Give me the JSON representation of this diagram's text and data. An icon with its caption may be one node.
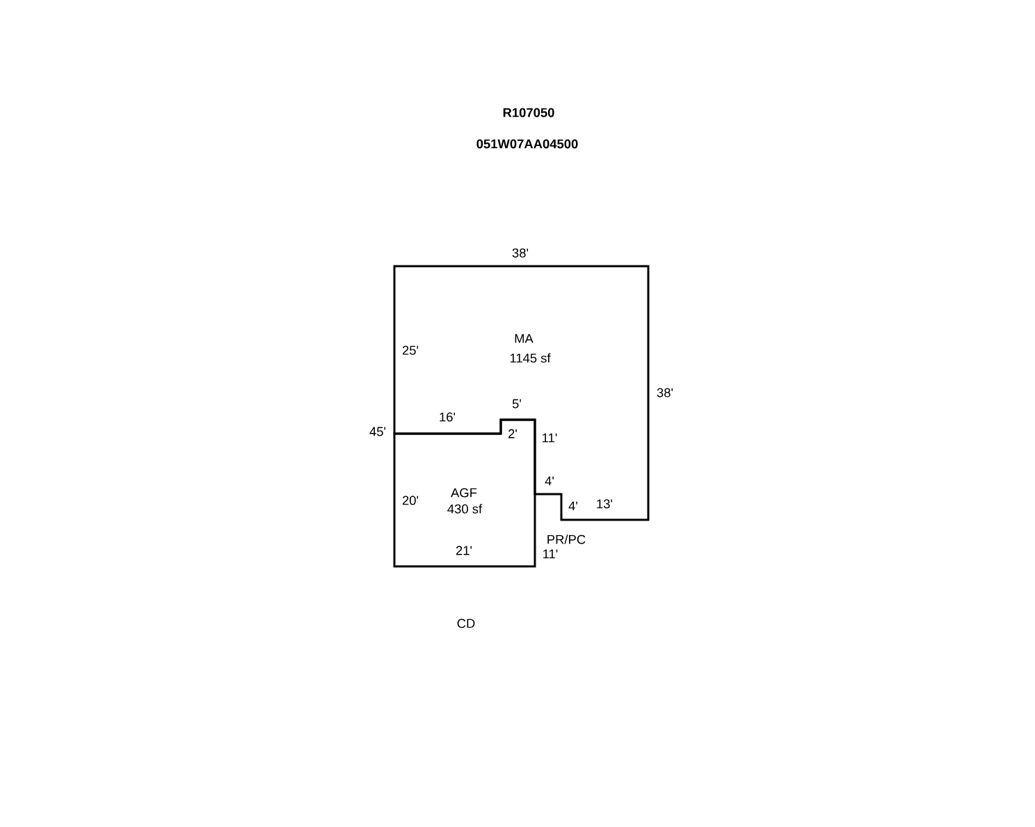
{
  "diagram": {
    "title": "R107050",
    "nodes": [
      {
        "text": [
          "MA",
          "1145 sf"
        ]
      },
      {
        "text": [
          "AGF",
          "430 sf"
        ]
      }
    ],
    "edges": [],
    "labels": [
      "051W07AA04500",
      "38'",
      "25'",
      "38'",
      "5'",
      "16'",
      "45'",
      "2'",
      "11'",
      "4'",
      "20'",
      "4'",
      "13'",
      "PR/PC",
      "21'",
      "11'",
      "CD"
    ]
  }
}
